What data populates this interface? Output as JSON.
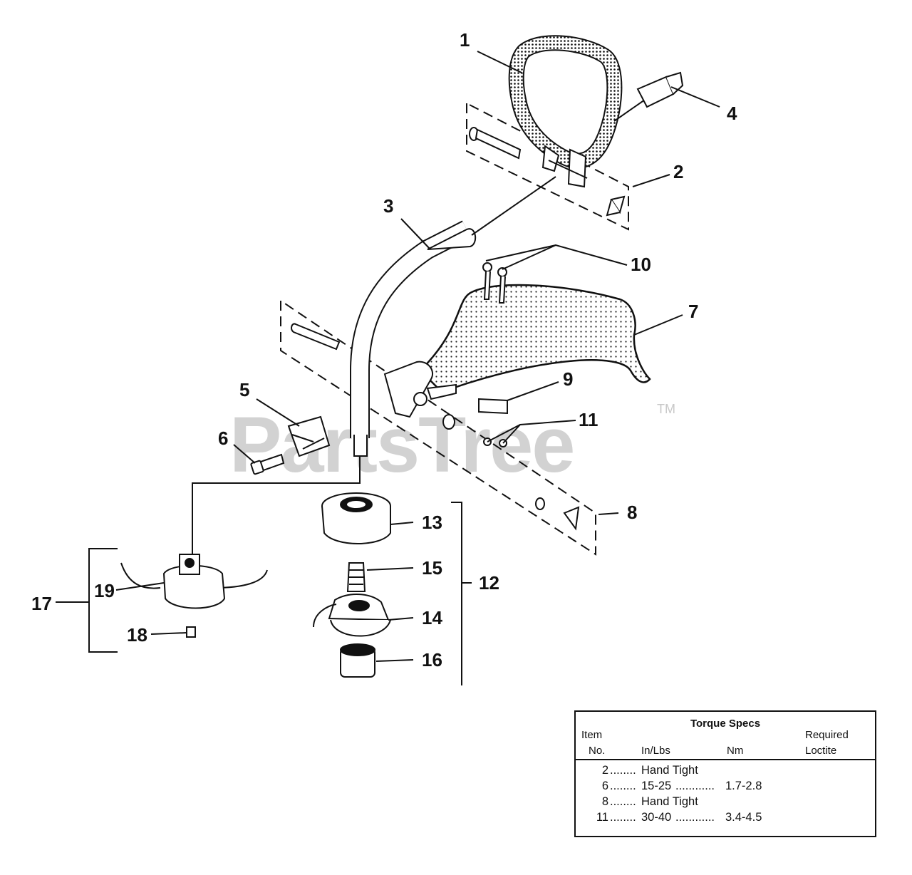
{
  "watermark": {
    "text": "PartsTree",
    "trademark": "TM"
  },
  "callouts": [
    "1",
    "2",
    "3",
    "4",
    "5",
    "6",
    "7",
    "8",
    "9",
    "10",
    "11",
    "12",
    "13",
    "14",
    "15",
    "16",
    "17",
    "18",
    "19"
  ],
  "torque_specs": {
    "title": "Torque Specs",
    "headers": {
      "item_line1": "Item",
      "item_line2": "No.",
      "inlbs": "In/Lbs",
      "nm": "Nm",
      "required_line1": "Required",
      "required_line2": "Loctite"
    },
    "rows": [
      {
        "item": "2",
        "dots1": "........",
        "inlbs": "Hand Tight",
        "dots2": "",
        "nm": ""
      },
      {
        "item": "6",
        "dots1": "........",
        "inlbs": "15-25",
        "dots2": "............",
        "nm": "1.7-2.8"
      },
      {
        "item": "8",
        "dots1": "........",
        "inlbs": "Hand Tight",
        "dots2": "",
        "nm": ""
      },
      {
        "item": "11",
        "dots1": "........",
        "inlbs": "30-40",
        "dots2": "............",
        "nm": "3.4-4.5"
      }
    ]
  }
}
